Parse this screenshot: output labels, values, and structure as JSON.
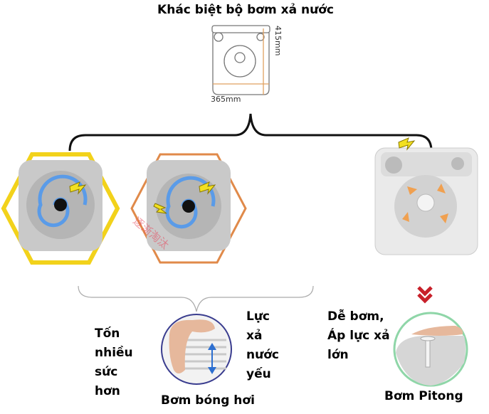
{
  "title": "Khác biệt bộ bơm xả nước",
  "dimensions": {
    "height_label": "415mm",
    "width_label": "365mm"
  },
  "watermark": "逐渐淘汰",
  "balloon_pump": {
    "name": "Bơm bóng hơi",
    "cons_left": [
      "Tốn",
      "nhiều",
      "sức",
      "hơn"
    ],
    "cons_right": [
      "Lực",
      "xả",
      "nước",
      "yếu"
    ]
  },
  "piston_pump": {
    "name": "Bơm Pitong",
    "pros": [
      "Dễ bơm,",
      "Áp lực xả",
      "lớn"
    ]
  },
  "colors": {
    "yellow": "#f2d21b",
    "orange": "#e08a4a",
    "blue_circle": "#3a3d8f",
    "green_circle": "#8fd6a8",
    "red": "#c8202a"
  }
}
